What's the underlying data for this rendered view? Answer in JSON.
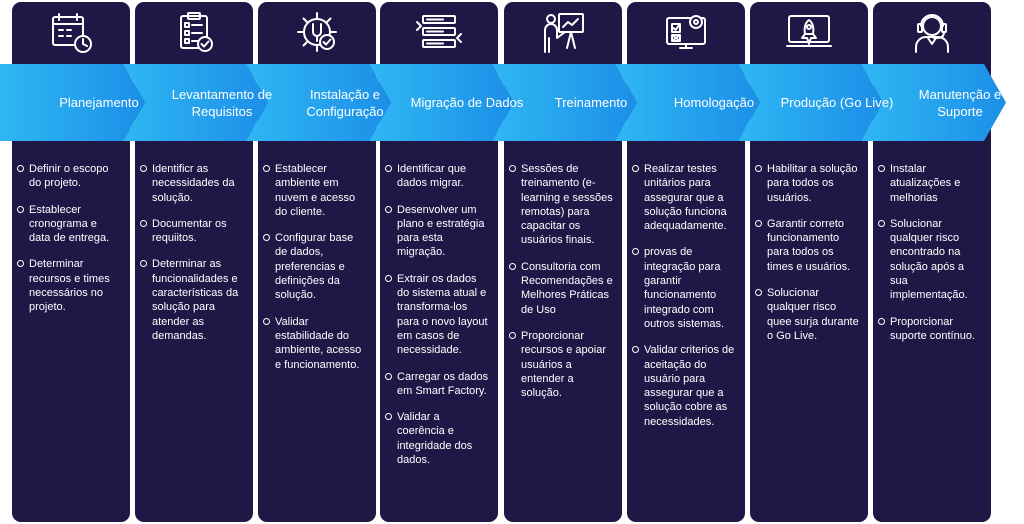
{
  "colors": {
    "column_bg": "#1f1846",
    "band_light": "#2fb7f3",
    "band_dark": "#1c8fe8",
    "text": "#ffffff"
  },
  "stages": [
    {
      "icon": "calendar-clock-icon",
      "label": "Planejamento",
      "items": [
        "Definir o escopo do projeto.",
        "Establecer cronograma e data de entrega.",
        "Determinar recursos e times necessários no projeto."
      ]
    },
    {
      "icon": "clipboard-checklist-icon",
      "label": "Levantamento de Requisitos",
      "items": [
        "Identificr as necessidades da solução.",
        "Documentar os requiitos.",
        "Determinar as funcionalidades e características da solução para atender as demandas."
      ]
    },
    {
      "icon": "gear-wrench-icon",
      "label": "Instalação e Configuração",
      "items": [
        "Establecer ambiente em nuvem e acesso do cliente.",
        "Configurar base de dados, preferencias e definições da solução.",
        "Validar estabilidade do ambiente, acesso e funcionamento."
      ]
    },
    {
      "icon": "data-transfer-icon",
      "label": "Migração de Dados",
      "items": [
        "Identificar que dados migrar.",
        "Desenvolver um plano e estratégia para esta migração.",
        "Extrair os dados do sistema atual e transforma-los para o novo layout em casos de necessidade.",
        "Carregar os dados em Smart Factory.",
        "Validar a coerência e integridade dos dados."
      ]
    },
    {
      "icon": "presenter-board-icon",
      "label": "Treinamento",
      "items": [
        "Sessões de treinamento (e-learning e sessões remotas) para capacitar os usuários finais.",
        "Consultoria com Recomendações e Melhores Práticas de Uso",
        "Proporcionar recursos e apoiar usuários a entender a solução."
      ]
    },
    {
      "icon": "monitor-test-icon",
      "label": "Homologação",
      "items": [
        "Realizar testes unitários para assegurar que a solução funciona adequadamente.",
        "provas de integração para garantir funcionamento integrado com outros sistemas.",
        "Validar criterios de aceitação do usuário para assegurar que a solução cobre as necessidades."
      ]
    },
    {
      "icon": "rocket-launch-icon",
      "label": "Produção (Go Live)",
      "items": [
        "Habilitar a solução para todos os usuários.",
        "Garantir correto funcionamento para todos os times e usuários.",
        "Solucionar qualquer risco quee surja durante o Go Live."
      ]
    },
    {
      "icon": "support-agent-icon",
      "label": "Manutenção e Suporte",
      "items": [
        "Instalar atualizações e melhorias",
        "Solucionar qualquer risco encontrado na solução após a sua implementação.",
        "Proporcionar suporte contínuo."
      ]
    }
  ]
}
